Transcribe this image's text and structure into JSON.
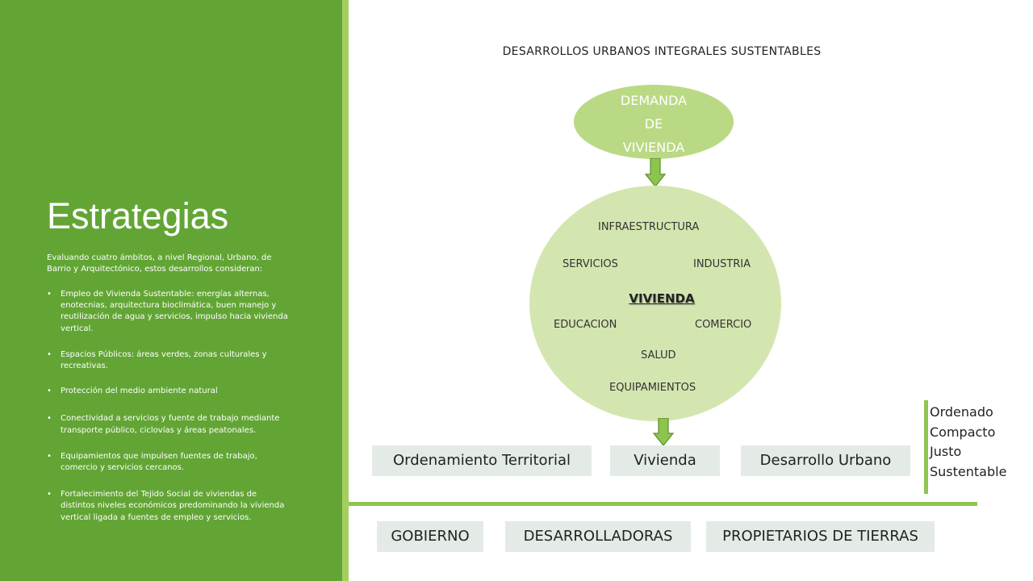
{
  "sidebar": {
    "title": "Estrategias",
    "intro": "Evaluando cuatro ámbitos, a nivel Regional, Urbano, de Barrio y Arquitectónico, estos desarrollos consideran:",
    "bullets": [
      "Empleo de Vivienda Sustentable: energías alternas, enotecnias, arquitectura bioclimática, buen manejo y reutilización de agua y servicios, impulso hacia vivienda vertical.",
      "Espacios Públicos: áreas verdes, zonas culturales y recreativas.",
      "Protección del medio ambiente natural",
      "Conectividad a servicios y fuente de trabajo mediante transporte público, ciclovías y áreas peatonales.",
      "Equipamientos que impulsen fuentes de trabajo, comercio y servicios cercanos.",
      "Fortalecimiento del Tejido Social de viviendas de distintos niveles económicos predominando la vivienda vertical ligada a fuentes de empleo y servicios."
    ]
  },
  "diagram": {
    "title": "DESARROLLOS URBANOS INTEGRALES SUSTENTABLES",
    "demand": [
      "DEMANDA",
      "DE",
      "VIVIENDA"
    ],
    "circle": {
      "center": "VIVIENDA",
      "infraestructura": "INFRAESTRUCTURA",
      "servicios": "SERVICIOS",
      "industria": "INDUSTRIA",
      "educacion": "EDUCACION",
      "comercio": "COMERCIO",
      "salud": "SALUD",
      "equipamientos": "EQUIPAMIENTOS"
    },
    "outcomes": [
      "Ordenamiento Territorial",
      "Vivienda",
      "Desarrollo Urbano"
    ],
    "qualities": [
      "Ordenado",
      "Compacto",
      "Justo",
      "Sustentable"
    ],
    "actors": [
      "GOBIERNO",
      "DESARROLLADORAS",
      "PROPIETARIOS DE TIERRAS"
    ]
  },
  "colors": {
    "panel_green": "#62a535",
    "stripe_green": "#a4cf5f",
    "oval_green": "#bad984",
    "circle_green": "#d4e6b0",
    "arrow_green": "#8dc44e",
    "box_gray": "#e4ebe6"
  }
}
